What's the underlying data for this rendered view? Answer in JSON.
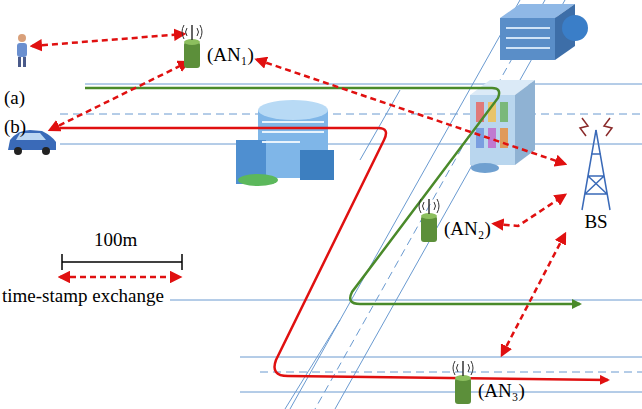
{
  "diagram": {
    "nodes": [
      {
        "text": [
          "(AN₁)"
        ]
      },
      {
        "text": [
          "(AN₂)"
        ]
      },
      {
        "text": [
          "(AN₃)"
        ]
      },
      {
        "text": [
          "BS"
        ]
      }
    ],
    "edges": [
      {
        "from": 0,
        "to": 3,
        "arrow": "both"
      },
      {
        "from": 1,
        "to": 3,
        "arrow": "both"
      },
      {
        "from": 2,
        "to": 3,
        "arrow": "both"
      }
    ],
    "labels": [
      "(a)",
      "(b)",
      "100m"
    ],
    "legend": [
      {
        "text": "time-stamp exchange"
      }
    ]
  }
}
